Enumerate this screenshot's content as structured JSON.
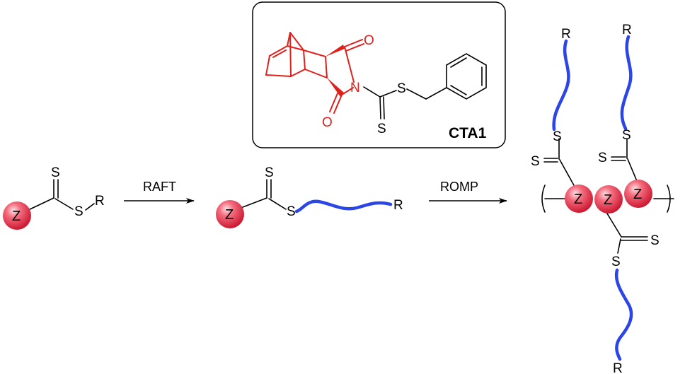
{
  "cta_box": {
    "label": "CTA1"
  },
  "cta_molecule": {
    "nitrogen": "N",
    "oxygen_top": "O",
    "oxygen_bottom": "O",
    "sulfur_thioether": "S",
    "sulfur_thione": "S"
  },
  "reactant": {
    "z": "Z",
    "sulfur_thione": "S",
    "sulfur_thioether": "S",
    "r_group": "R"
  },
  "arrow_raft": {
    "label": "RAFT"
  },
  "intermediate": {
    "z": "Z",
    "sulfur_thione": "S",
    "sulfur_thioether": "S",
    "r_group": "R"
  },
  "arrow_romp": {
    "label": "ROMP"
  },
  "polymer": {
    "z_units": [
      "Z",
      "Z",
      "Z"
    ],
    "arm1": {
      "r_group": "R",
      "sulfur_thioether": "S",
      "sulfur_thione": "S"
    },
    "arm2": {
      "r_group": "R",
      "sulfur_thioether": "S",
      "sulfur_thione": "S"
    },
    "arm3": {
      "r_group": "R",
      "sulfur_thioether": "S",
      "sulfur_thione": "S"
    }
  },
  "colors": {
    "z_sphere": "#e8283c",
    "chain": "#2b45e6",
    "cta_structure": "#e0201b"
  }
}
